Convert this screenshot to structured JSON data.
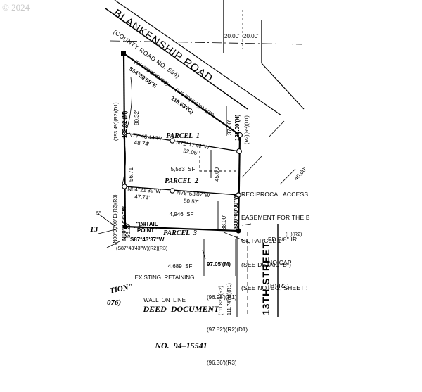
{
  "watermark": "© 2024",
  "road": {
    "name": "BLANKENSHIP ROAD",
    "sub": "(COUNTY ROAD NO. 554)"
  },
  "street": {
    "name": "13TH STREET",
    "abbrev": "13TH ST"
  },
  "north_line": {
    "record_bearing": "(S54°32'30\"E)(R2)",
    "measured_bearing": "S54°30'08\"E",
    "record_distance": "(120.00')(R2)(R3)(D1)",
    "measured_distance": "118.63'(C)"
  },
  "west_line": {
    "record": "(193.49')(R2)(D1)",
    "measured": "193.32'(M)",
    "record_bearing": "(N00°00'00\"E)(R2)(R3)",
    "measured_bearing": "N00°07'33\"W",
    "seg1": "80.32'",
    "seg2": "56.71'",
    "seg3": "56.29'"
  },
  "east_line": {
    "bearing": "S00°00'00\"W",
    "record": "120.00'(H)",
    "refs": "(R2)(R3)(D1)",
    "seg1": "37.00'",
    "seg2": "45.00'",
    "seg3": "38.00'"
  },
  "parcels": [
    {
      "name": "PARCEL  1",
      "area": "5,583  SF"
    },
    {
      "name": "PARCEL  2",
      "area": "4,946  SF"
    },
    {
      "name": "PARCEL  3",
      "area": "4,689  SF"
    }
  ],
  "interior_lines": [
    {
      "bearing": "N77°46'44\"W",
      "distance": "48.74'"
    },
    {
      "bearing": "N72°17'41\"W",
      "distance": "52.05'"
    },
    {
      "bearing": "N84°21'39\"W",
      "distance": "47.71'"
    },
    {
      "bearing": "N78°53'07\"W",
      "distance": "50.57'"
    }
  ],
  "south_line": {
    "measured_bearing": "S87°43'37\"W",
    "record_bearing": "(S87°43'43\"W)(R2)(R3)",
    "distances": [
      "97.05'(M)",
      "(96.98')(R1)",
      "(97.82')(R2)(D1)",
      "(96.36')(R3)"
    ]
  },
  "east_street_dim": {
    "record": "(111.82')  (R2)",
    "measured": "111.74'(M)(R1)"
  },
  "top_dims": [
    "20.00'",
    "20.00'"
  ],
  "diagonal_dim": "40.00'",
  "easement_note": [
    "RECIPROCAL ACCESS",
    "EASEMENT FOR THE B",
    "OF PARCEL 1",
    "(SEE DETAIL \"B\")",
    "(SEE NOTE 2, SHEET :"
  ],
  "monument_note": [
    "FD 5/8\" IR",
    "NO CAP",
    "(H)(R2)"
  ],
  "initial_point": "\"INITAIL\nPOINT\"",
  "retaining_wall": [
    "EXISTING  RETAINING",
    "WALL  ON  LINE"
  ],
  "deed": {
    "line1": "DEED  DOCUMENT",
    "line2": "NO.  94–15541"
  },
  "lot_number": "13",
  "clip_left": "5\"",
  "clip_bottom": [
    "TION\"",
    "076)"
  ],
  "clip_right": "(H)(R2)"
}
